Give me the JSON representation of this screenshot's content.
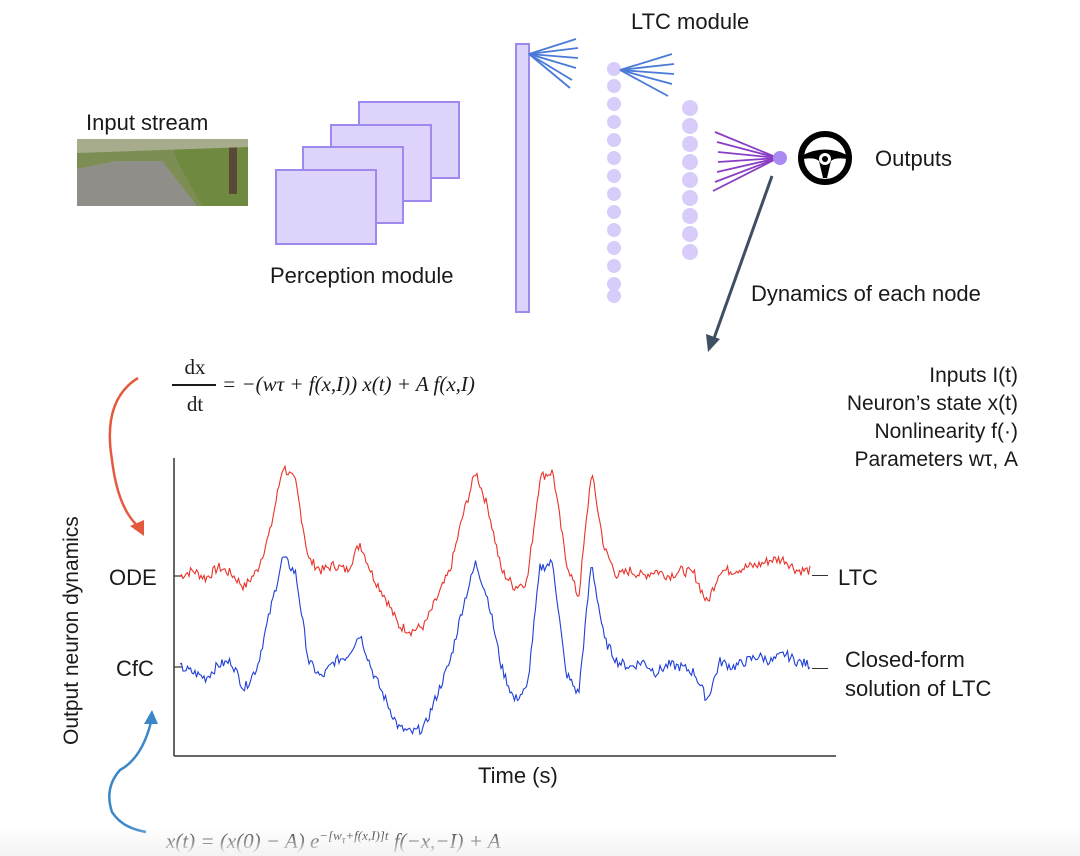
{
  "diagram": {
    "input_label": "Input stream",
    "perception_label": "Perception module",
    "ltc_label": "LTC module",
    "outputs_label": "Outputs",
    "dynamics_label": "Dynamics of each node"
  },
  "equations": {
    "ode_dx": "dx",
    "ode_dt": "dt",
    "ode_rhs": "= −(wτ + f(x,I)) x(t) + A f(x,I)",
    "cfc": "x(t) = (x(0) − A) e^−[wτ+f(x,I)]t f(−x,−I) + A"
  },
  "legend": {
    "inputs": "Inputs I(t)",
    "state": "Neuron’s state x(t)",
    "nonlinearity": "Nonlinearity f(·)",
    "params": "Parameters wτ, A"
  },
  "chart_data": {
    "type": "line",
    "title": "",
    "xlabel": "Time (s)",
    "ylabel": "Output neuron dynamics",
    "y_tick_labels": [
      "ODE",
      "CfC"
    ],
    "series": [
      {
        "name": "LTC",
        "color": "#e8332a",
        "values": [
          0.0,
          0.05,
          -0.02,
          0.08,
          0.02,
          -0.1,
          0.05,
          0.4,
          1.0,
          0.85,
          0.15,
          0.05,
          0.1,
          0.05,
          0.3,
          0.0,
          -0.2,
          -0.45,
          -0.5,
          -0.45,
          -0.2,
          0.05,
          0.55,
          0.95,
          0.6,
          0.05,
          -0.1,
          -0.05,
          0.9,
          0.95,
          0.15,
          -0.2,
          0.95,
          0.25,
          0.0,
          0.05,
          0.0,
          0.05,
          0.0,
          0.05,
          0.02,
          -0.25,
          0.05,
          0.05,
          0.08,
          0.1,
          0.15,
          0.15,
          0.05,
          0.05
        ],
        "label": "LTC"
      },
      {
        "name": "Closed-form solution of LTC",
        "color": "#1f3fd6",
        "values": [
          0.0,
          -0.05,
          -0.1,
          0.02,
          0.05,
          -0.2,
          0.0,
          0.5,
          1.0,
          0.85,
          0.05,
          -0.1,
          0.05,
          0.1,
          0.3,
          -0.05,
          -0.3,
          -0.55,
          -0.6,
          -0.55,
          -0.25,
          0.05,
          0.55,
          0.95,
          0.6,
          0.0,
          -0.3,
          -0.2,
          0.9,
          0.95,
          -0.05,
          -0.25,
          0.95,
          0.25,
          0.05,
          0.0,
          0.05,
          -0.05,
          0.02,
          0.0,
          -0.05,
          -0.3,
          0.05,
          0.0,
          0.05,
          0.1,
          0.05,
          0.12,
          0.05,
          0.02
        ],
        "label": "Closed-form\nsolution of LTC"
      }
    ]
  },
  "colors": {
    "lavender": "#ddd3fb",
    "lavender_stroke": "#9f88ee",
    "dots": "#d8cdfa",
    "blue_fan": "#4a7ad8",
    "purple_fan": "#8a3ec4",
    "arrow_red": "#e55a3e",
    "arrow_blue": "#3a86c8"
  }
}
